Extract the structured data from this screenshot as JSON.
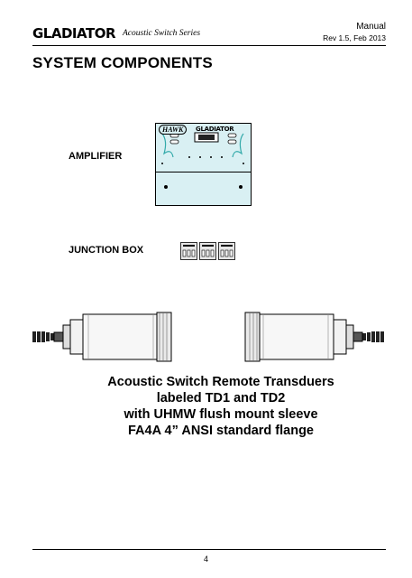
{
  "header": {
    "brand": "GLADIATOR",
    "series": "Acoustic Switch Series",
    "doc_type": "Manual",
    "revision": "Rev 1.5, Feb 2013"
  },
  "section_title": "SYSTEM COMPONENTS",
  "components": {
    "amplifier_label": "AMPLIFIER",
    "junction_box_label": "JUNCTION BOX",
    "amp_panel_logo_left": "HAWK",
    "amp_panel_logo_right": "GLADIATOR"
  },
  "caption_lines": [
    "Acoustic Switch Remote Transduers",
    "labeled TD1 and TD2",
    "with UHMW flush mount sleeve",
    "FA4A 4” ANSI standard flange"
  ],
  "footer": {
    "page_number": "4"
  }
}
